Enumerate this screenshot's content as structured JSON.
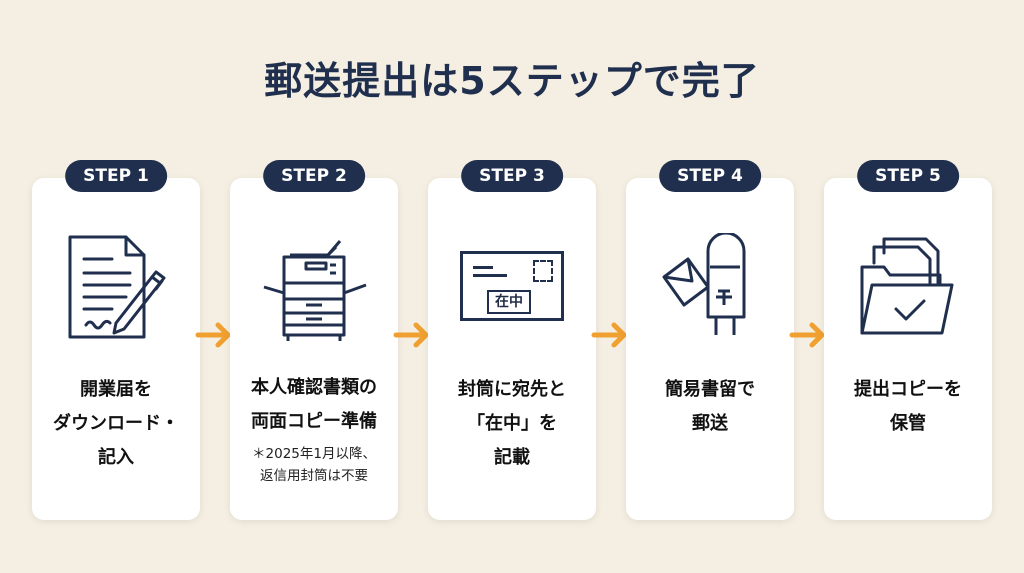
{
  "title": "郵送提出は5ステップで完了",
  "colors": {
    "navy": "#1f2f4d",
    "accent_orange": "#f0a030",
    "background": "#f4efe2"
  },
  "steps": [
    {
      "badge": "STEP 1",
      "icon": "document-with-pen-icon",
      "lines": [
        "開業届を",
        "ダウンロード・",
        "記入"
      ]
    },
    {
      "badge": "STEP 2",
      "icon": "copier-icon",
      "lines": [
        "本人確認書類の",
        "両面コピー準備"
      ],
      "note": [
        "＊2025年1月以降、",
        "返信用封筒は不要"
      ]
    },
    {
      "badge": "STEP 3",
      "icon": "envelope-icon",
      "icon_text": "在中",
      "lines": [
        "封筒に宛先と",
        "「在中」を",
        "記載"
      ]
    },
    {
      "badge": "STEP 4",
      "icon": "mailbox-icon",
      "lines": [
        "簡易書留で",
        "郵送"
      ]
    },
    {
      "badge": "STEP 5",
      "icon": "folder-check-icon",
      "lines": [
        "提出コピーを",
        "保管"
      ]
    }
  ]
}
